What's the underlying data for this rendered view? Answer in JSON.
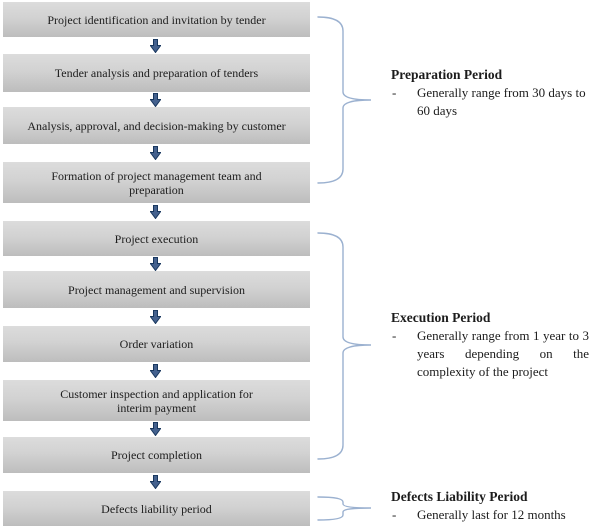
{
  "flowchart": {
    "steps": [
      "Project identification and invitation by tender",
      "Tender analysis and preparation of tenders",
      "Analysis, approval, and decision-making by customer",
      "Formation of project management team and\npreparation",
      "Project execution",
      "Project management and supervision",
      "Order variation",
      "Customer inspection and application for\ninterim payment",
      "Project completion",
      "Defects liability period"
    ],
    "phases": [
      {
        "title": "Preparation Period",
        "dash": "-",
        "description": "Generally range from 30 days to 60 days"
      },
      {
        "title": "Execution Period",
        "dash": "-",
        "description": "Generally range from 1 year to 3 years depending on the complexity of the project"
      },
      {
        "title": "Defects Liability Period",
        "dash": "-",
        "description": "Generally last for 12 months"
      }
    ],
    "colors": {
      "box_gradient_top": "#dcdcdc",
      "box_gradient_bottom": "#bdbdbd",
      "arrow_fill": "#44618e",
      "arrow_stroke": "#17365d",
      "brace_stroke": "#9bb1d0",
      "text": "#1c1c1c"
    }
  }
}
